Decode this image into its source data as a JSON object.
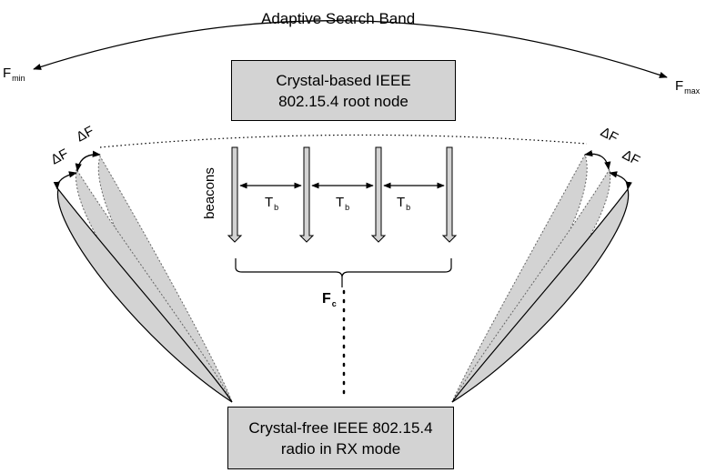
{
  "diagram": {
    "band_title": "Adaptive Search Band",
    "f_min": {
      "base": "F",
      "sub": "min"
    },
    "f_max": {
      "base": "F",
      "sub": "max"
    },
    "root_node": {
      "line1": "Crystal-based IEEE",
      "line2": "802.15.4 root node"
    },
    "radio_node": {
      "line1": "Crystal-free IEEE 802.15.4",
      "line2": "radio in RX mode"
    },
    "beacons_label": "beacons",
    "period": {
      "base": "T",
      "sub": "b"
    },
    "center_freq": {
      "base": "F",
      "sub": "c"
    },
    "delta_f": "ΔF",
    "colors": {
      "box_fill": "#d3d3d3",
      "beam_fill": "#d3d3d3",
      "stroke": "#000000"
    }
  }
}
